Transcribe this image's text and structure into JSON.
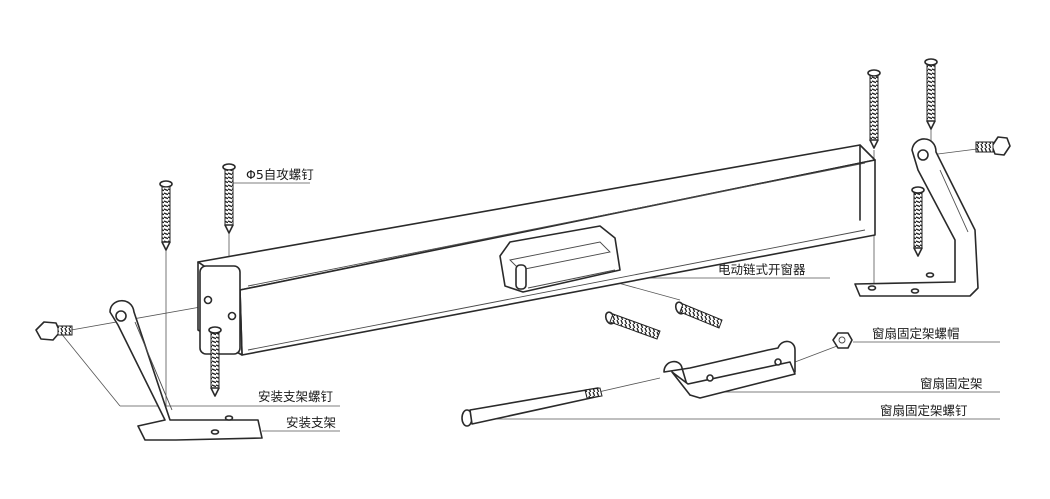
{
  "diagram": {
    "labels": {
      "self_tapping_screw": "Φ5自攻螺钉",
      "chain_window_opener": "电动链式开窗器",
      "sash_bracket_nut": "窗扇固定架螺帽",
      "mounting_bracket_screw": "安装支架螺钉",
      "sash_bracket": "窗扇固定架",
      "mounting_bracket": "安装支架",
      "sash_bracket_screw": "窗扇固定架螺钉"
    }
  }
}
